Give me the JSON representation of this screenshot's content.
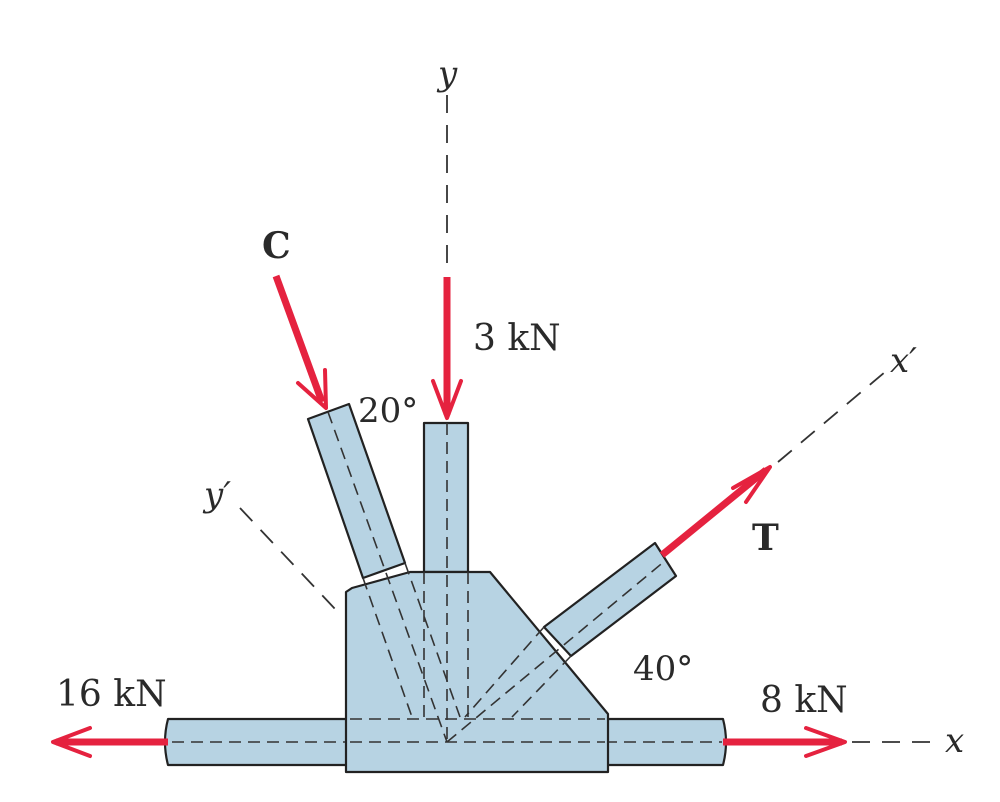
{
  "axes": {
    "y": "y",
    "x": "x",
    "x_prime": "x′",
    "y_prime": "y′"
  },
  "forces": {
    "compression": {
      "label": "C"
    },
    "vertical": {
      "label": "3 kN"
    },
    "tension": {
      "label": "T"
    },
    "left": {
      "label": "16 kN"
    },
    "right": {
      "label": "8 kN"
    }
  },
  "angles": {
    "c_from_vertical": "20°",
    "t_from_horizontal": "40°"
  },
  "colors": {
    "member_fill": "#b7d3e3",
    "force_arrow": "#e5223f",
    "outline": "#222222"
  }
}
